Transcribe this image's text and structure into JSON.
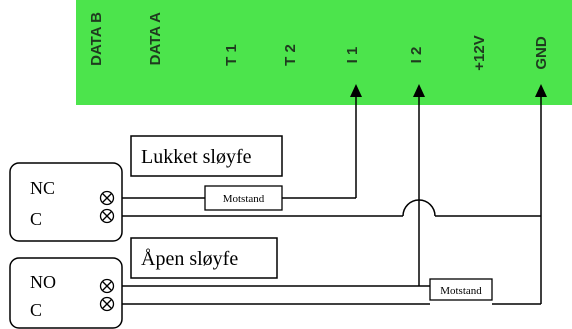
{
  "terminal_block": {
    "color": "#4ce44c",
    "labels": [
      "DATA B",
      "DATA A",
      "T 1",
      "T 2",
      "I 1",
      "I 2",
      "+12V",
      "GND"
    ]
  },
  "closed_loop": {
    "title": "Lukket sløyfe",
    "device_line1": "NC",
    "device_line2": "C",
    "resistor_label": "Motstand"
  },
  "open_loop": {
    "title": "Åpen sløyfe",
    "device_line1": "NO",
    "device_line2": "C",
    "resistor_label": "Motstand"
  }
}
